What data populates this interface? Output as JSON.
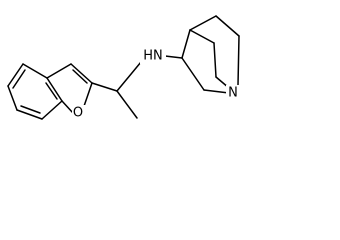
{
  "molecule": {
    "atoms": {
      "furan_oxygen": "O",
      "amine_nitrogen": "HN",
      "bridgehead_nitrogen": "N"
    }
  },
  "colors": {
    "bond": "#000000",
    "background": "#ffffff"
  }
}
